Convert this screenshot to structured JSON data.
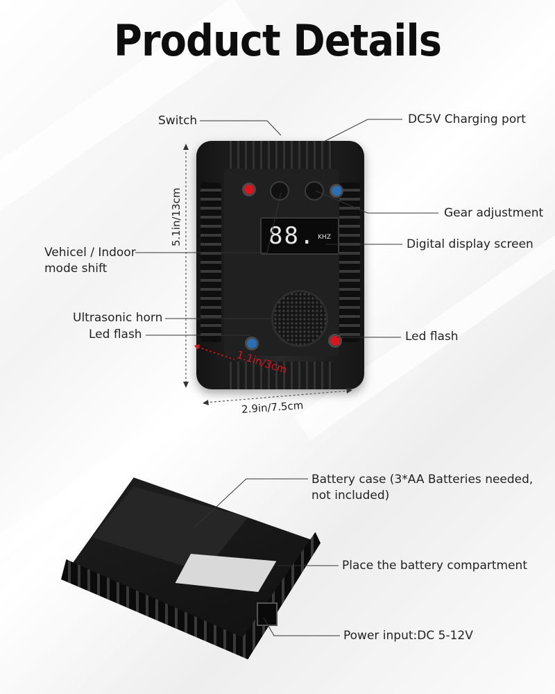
{
  "title": "Product Details",
  "callouts": {
    "switch": "Switch",
    "charging_port": "DC5V Charging port",
    "gear_adjustment": "Gear adjustment",
    "digital_display": "Digital display screen",
    "mode_shift_line1": "Vehicel / Indoor",
    "mode_shift_line2": "mode shift",
    "ultrasonic_horn": "Ultrasonic horn",
    "led_flash_left": "Led flash",
    "led_flash_right": "Led flash",
    "battery_case_line1": "Battery case (3*AA Batteries needed,",
    "battery_case_line2": "not included)",
    "battery_compartment": "Place the battery compartment",
    "power_input": "Power input:DC 5-12V"
  },
  "dimensions": {
    "height": "5.1in/13cm",
    "width": "2.9in/7.5cm",
    "depth": "1.1in/3cm"
  },
  "display": {
    "digits": "88.",
    "unit": "KHZ"
  },
  "colors": {
    "device_body": "#1a1a1a",
    "led_red": "#d8141c",
    "led_blue": "#2a6fb5",
    "depth_arrow": "#d8141c"
  }
}
